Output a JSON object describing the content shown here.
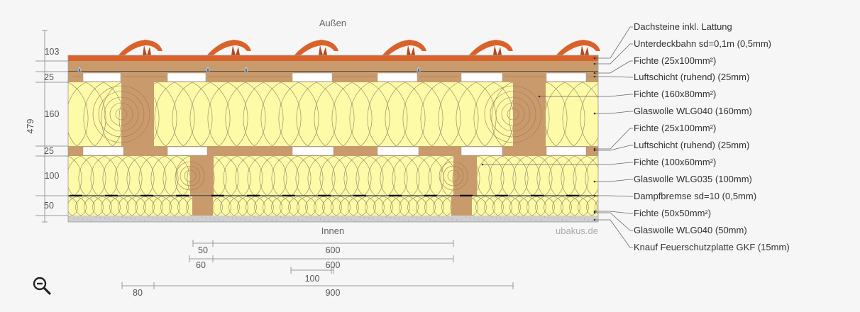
{
  "header": {
    "outside": "Außen",
    "inside": "Innen"
  },
  "watermark": "ubakus.de",
  "total_thickness": "479",
  "left_dims": [
    "103",
    "25",
    "160",
    "25",
    "100",
    "50"
  ],
  "layers": [
    "Dachsteine inkl. Lattung",
    "Unterdeckbahn sd=0,1m (0,5mm)",
    "Fichte (25x100mm²)",
    "Luftschicht (ruhend) (25mm)",
    "Fichte (160x80mm²)",
    "Glaswolle WLG040 (160mm)",
    "Fichte (25x100mm²)",
    "Luftschicht (ruhend) (25mm)",
    "Fichte (100x60mm²)",
    "Glaswolle WLG035 (100mm)",
    "Dampfbremse sd=10 (0,5mm)",
    "Fichte (50x50mm²)",
    "Glaswolle WLG040 (50mm)",
    "Knauf Feuerschutzplatte GKF (15mm)"
  ],
  "bottom_dims": [
    {
      "a": "50",
      "b": "600"
    },
    {
      "a": "60",
      "b": "600"
    },
    {
      "a": "100",
      "b": ""
    },
    {
      "a": "80",
      "b": "900"
    }
  ],
  "colors": {
    "tile": "#d9622b",
    "wood": "#c89a6c",
    "wood_dark": "#a8784c",
    "insulation": "#fdfaa8",
    "air": "#ffffff",
    "plaster": "#cfcfcf",
    "line": "#888888"
  },
  "icons": {
    "zoom": "zoom-out-icon"
  }
}
